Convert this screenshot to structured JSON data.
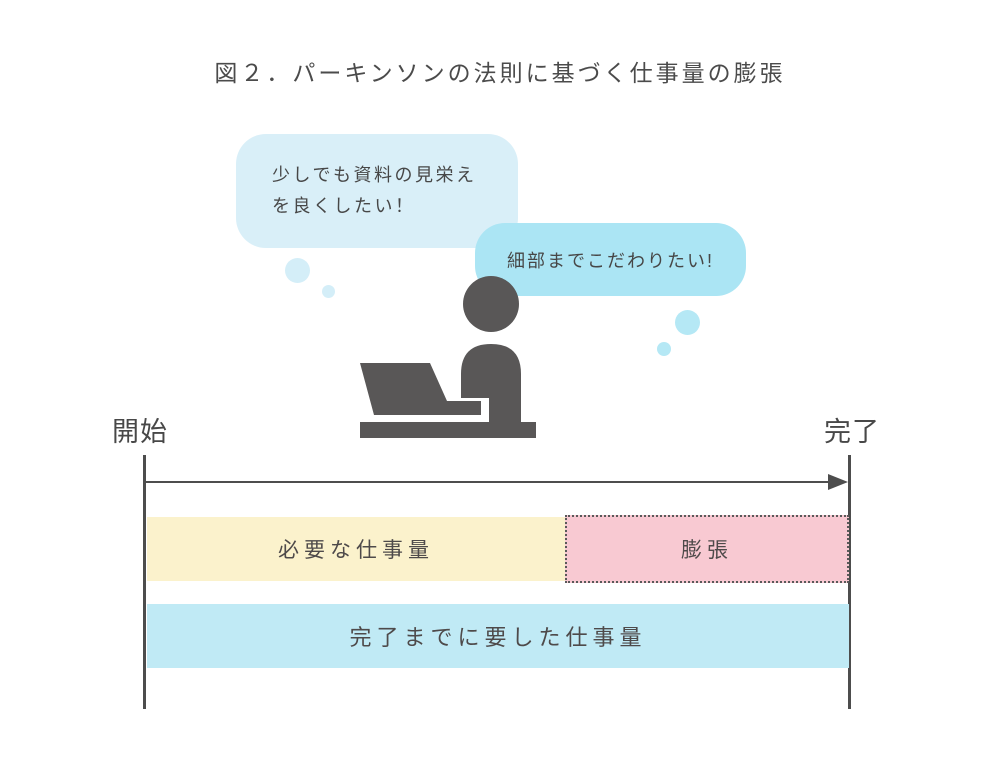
{
  "figure": {
    "title": "図２．パーキンソンの法則に基づく仕事量の膨張"
  },
  "thoughts": {
    "bubble1": {
      "line1": "少しでも資料の見栄え",
      "line2": "を良くしたい！",
      "bg": "#d9eff8"
    },
    "bubble2": {
      "text": "細部までこだわりたい!",
      "bg": "#abe5f4"
    }
  },
  "icons": {
    "person": "person-working-at-laptop",
    "person_color": "#595757"
  },
  "timeline": {
    "start": "開始",
    "end": "完了",
    "line_color": "#4d4d4d"
  },
  "bars": {
    "required": {
      "label": "必要な仕事量",
      "bg": "#fbf2cc"
    },
    "expansion": {
      "label": "膨張",
      "bg": "#f8c9d2",
      "border_style": "dotted"
    },
    "total": {
      "label": "完了までに要した仕事量",
      "bg": "#c0eaf5"
    }
  }
}
